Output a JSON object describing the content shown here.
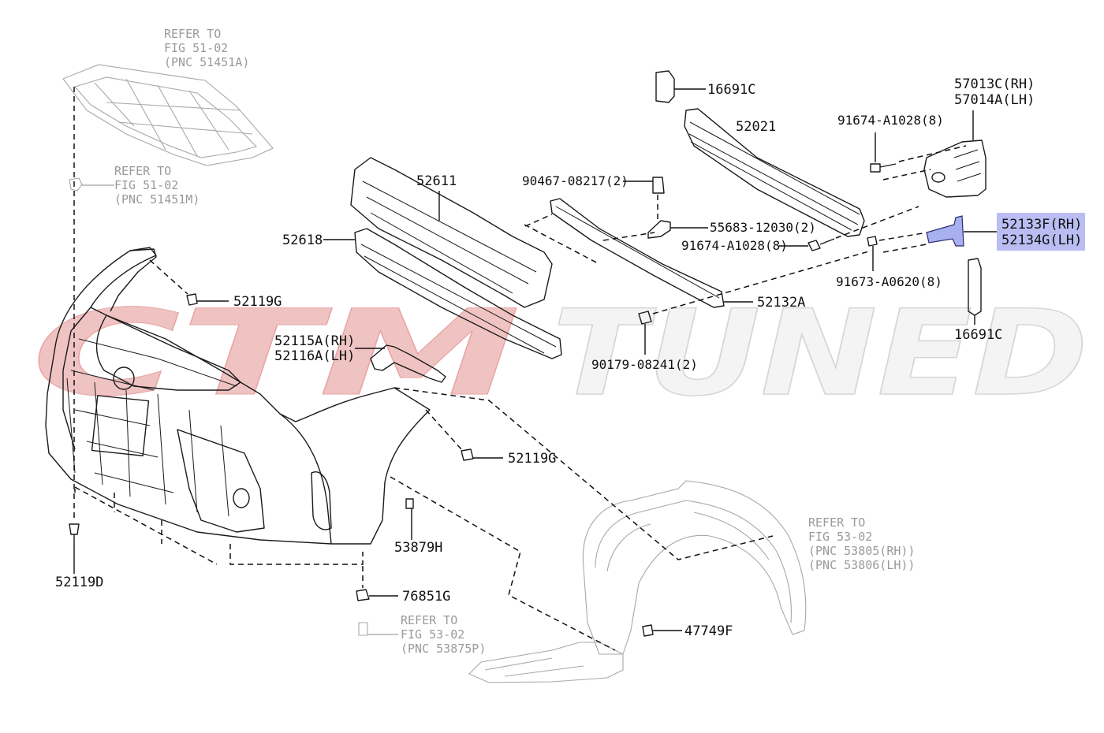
{
  "watermark": {
    "text_left": "CTM",
    "text_right": "TUNED",
    "color": "#e9a5a5"
  },
  "colors": {
    "highlight": "#b9bdf2",
    "line": "#111111",
    "gray": "#9a9a9a"
  },
  "refs": [
    {
      "id": "ref-51451A",
      "lines": [
        "REFER TO",
        "FIG 51-02",
        "(PNC 51451A)"
      ]
    },
    {
      "id": "ref-51451M",
      "lines": [
        "REFER TO",
        "FIG 51-02",
        "(PNC 51451M)"
      ]
    },
    {
      "id": "ref-53805",
      "lines": [
        "REFER TO",
        "FIG 53-02",
        "(PNC 53805(RH))",
        "(PNC 53806(LH))"
      ]
    },
    {
      "id": "ref-53875P",
      "lines": [
        "REFER TO",
        "FIG 53-02",
        "(PNC 53875P)"
      ]
    }
  ],
  "labels": {
    "p16691C_top": "16691C",
    "p52021": "52021",
    "p57013C": "57013C(RH)",
    "p57014A": "57014A(LH)",
    "p91674_top": "91674-A1028(8)",
    "p52611": "52611",
    "p90467": "90467-08217(2)",
    "p55683": "55683-12030(2)",
    "p91674_mid": "91674-A1028(8)",
    "p52133F": "52133F(RH)",
    "p52134G": "52134G(LH)",
    "p52618": "52618",
    "p91673": "91673-A0620(8)",
    "p52119G_top": "52119G",
    "p52132A": "52132A",
    "p16691C_bot": "16691C",
    "p52115A": "52115A(RH)",
    "p52116A": "52116A(LH)",
    "p90179": "90179-08241(2)",
    "p52119G_mid": "52119G",
    "p53879H": "53879H",
    "p52119D": "52119D",
    "p76851G": "76851G",
    "p47749F": "47749F"
  }
}
